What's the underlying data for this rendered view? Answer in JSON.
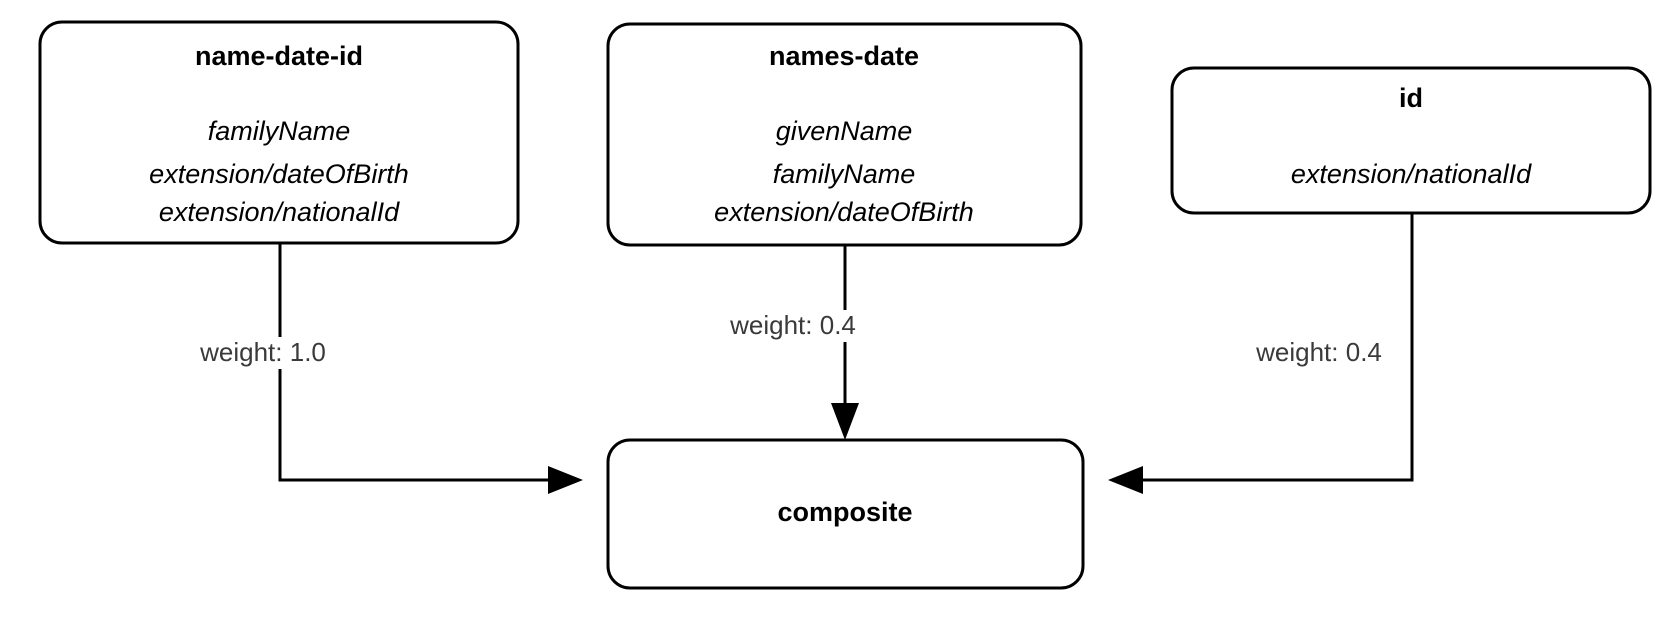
{
  "diagram": {
    "type": "flow-graph",
    "background_color": "#ffffff",
    "stroke_color": "#000000",
    "label_color": "#3a3a3a",
    "nodes": [
      {
        "id": "name-date-id",
        "title": "name-date-id",
        "fields": [
          "familyName",
          "extension/dateOfBirth",
          "extension/nationalId"
        ]
      },
      {
        "id": "names-date",
        "title": "names-date",
        "fields": [
          "givenName",
          "familyName",
          "extension/dateOfBirth"
        ]
      },
      {
        "id": "id",
        "title": "id",
        "fields": [
          "extension/nationalId"
        ]
      },
      {
        "id": "composite",
        "title": "composite",
        "fields": []
      }
    ],
    "edges": [
      {
        "from": "name-date-id",
        "to": "composite",
        "label": "weight: 1.0",
        "weight": "1.0",
        "arrow": "arrow-right"
      },
      {
        "from": "names-date",
        "to": "composite",
        "label": "weight: 0.4",
        "weight": "0.4",
        "arrow": "arrow-down"
      },
      {
        "from": "id",
        "to": "composite",
        "label": "weight: 0.4",
        "weight": "0.4",
        "arrow": "arrow-left"
      }
    ]
  }
}
